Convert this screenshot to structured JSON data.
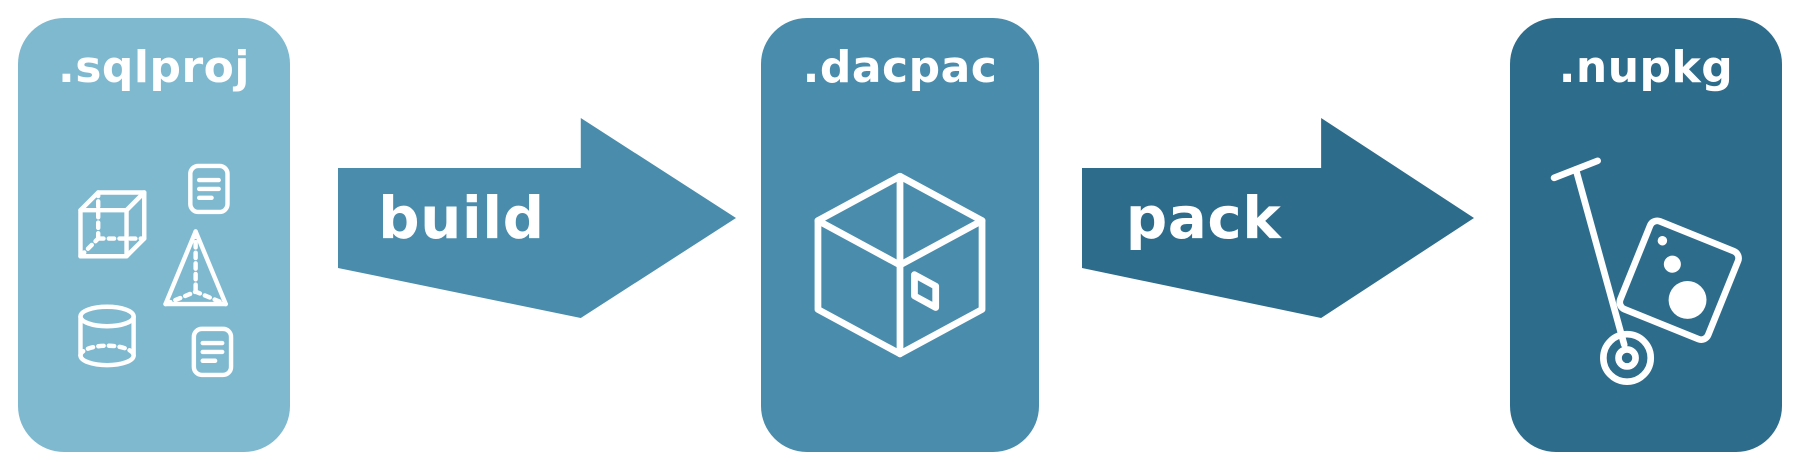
{
  "diagram": {
    "cards": [
      {
        "label": ".sqlproj",
        "icon": "database-objects-icon",
        "color": "#7fb9d0"
      },
      {
        "label": ".dacpac",
        "icon": "package-box-icon",
        "color": "#4a8cac"
      },
      {
        "label": ".nupkg",
        "icon": "nuget-hand-truck-icon",
        "color": "#2e6c8c"
      }
    ],
    "arrows": [
      {
        "label": "build",
        "color": "#4a8cac"
      },
      {
        "label": "pack",
        "color": "#2e6c8c"
      }
    ],
    "text_color": "#ffffff",
    "background_color": "#ffffff"
  }
}
